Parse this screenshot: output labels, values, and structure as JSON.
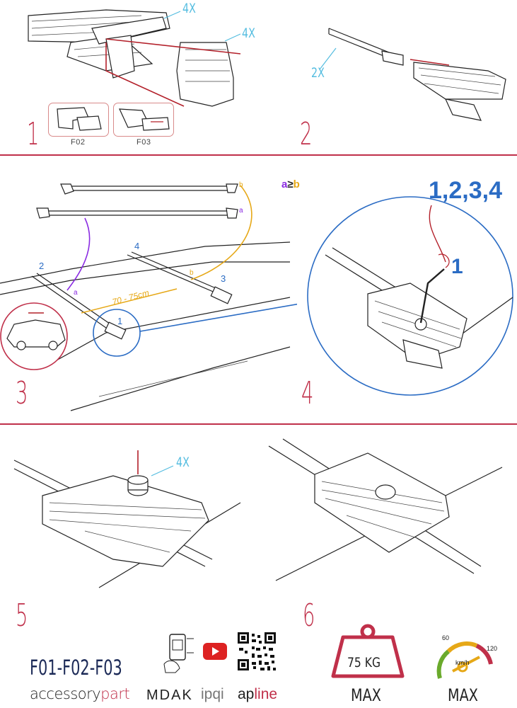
{
  "steps": [
    {
      "number": "1",
      "callouts": [
        "4X",
        "4X"
      ],
      "sub_labels": [
        "F02",
        "F03"
      ]
    },
    {
      "number": "2",
      "callouts": [
        "2X"
      ]
    },
    {
      "number": "3",
      "rule": {
        "a": "a",
        "ge": "≥",
        "b": "b"
      },
      "distance": "70 - 75cm",
      "bar_labels": [
        "2",
        "4",
        "3",
        "1"
      ],
      "end_labels": [
        "a",
        "b",
        "a",
        "b"
      ]
    },
    {
      "number": "4",
      "sequence": "1,2,3,4",
      "item": "1"
    },
    {
      "number": "5",
      "callouts": [
        "4X"
      ]
    },
    {
      "number": "6"
    }
  ],
  "footer": {
    "part_codes": "F01-F02-F03",
    "brands": {
      "accessory": "accessory",
      "part": "part",
      "modak": "MDAK",
      "ipqi": "ipqi",
      "ap": "ap",
      "line": "line"
    },
    "weight_badge": "75 KG",
    "max_weight": "MAX",
    "speed": {
      "min": "60",
      "max": "120",
      "unit": "km/h"
    },
    "max_speed": "MAX"
  },
  "colors": {
    "accent": "#c0304a",
    "callout": "#55bde0",
    "blue": "#2b6cc4",
    "purple": "#8a2be2",
    "orange": "#e6a817",
    "gray": "#777777",
    "navy": "#1c2a57"
  },
  "icons": [
    "phone-scan-icon",
    "youtube-icon",
    "qr-code-icon",
    "weight-icon",
    "speedometer-icon"
  ]
}
